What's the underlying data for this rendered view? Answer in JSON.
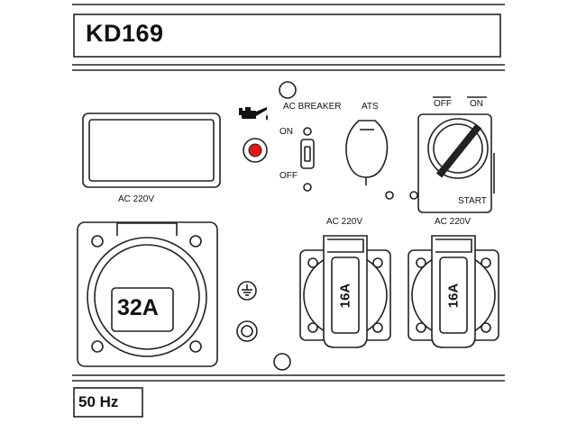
{
  "model": "KD169",
  "frequency": "50 Hz",
  "display": {
    "label": "AC 220V"
  },
  "breaker": {
    "title": "AC BREAKER",
    "on_label": "ON",
    "off_label": "OFF"
  },
  "ats": {
    "label": "ATS"
  },
  "key_switch": {
    "off_label": "OFF",
    "on_label": "ON",
    "start_label": "START"
  },
  "socket_32a": {
    "rating": "32A"
  },
  "sockets": [
    {
      "label": "AC 220V",
      "rating": "16A"
    },
    {
      "label": "AC 220V",
      "rating": "16A"
    }
  ],
  "icons": {
    "oil": "oil-can-icon",
    "ground": "ground-icon"
  },
  "colors": {
    "line": "#222222",
    "indicator": "#e01818"
  }
}
